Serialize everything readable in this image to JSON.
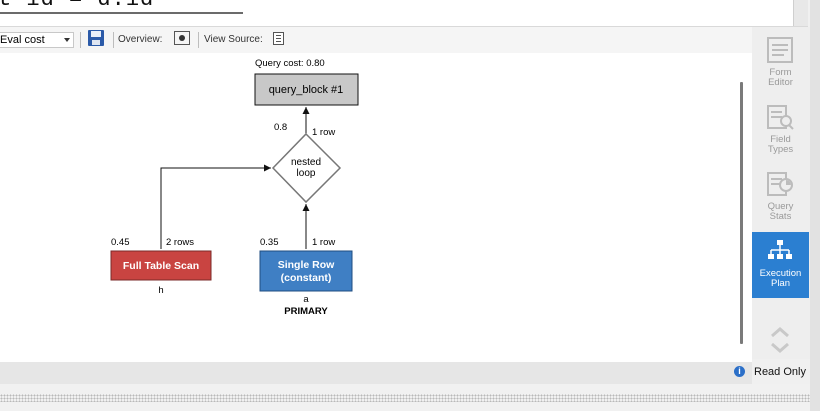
{
  "editor": {
    "sql_fragment": "t id = d.id"
  },
  "toolbar": {
    "view_mode_value": "Eval cost",
    "overview_label": "Overview:",
    "view_source_label": "View Source:"
  },
  "plan": {
    "query_cost_label": "Query cost: 0.80",
    "query_block_label": "query_block #1",
    "nested_loop_line1": "nested",
    "nested_loop_line2": "loop",
    "nested_cost": "0.8",
    "nested_rows": "1 row",
    "full_scan": {
      "label": "Full Table Scan",
      "cost": "0.45",
      "rows": "2 rows",
      "table": "h"
    },
    "single_row": {
      "line1": "Single Row",
      "line2": "(constant)",
      "cost": "0.35",
      "rows": "1 row",
      "table": "a",
      "key": "PRIMARY"
    }
  },
  "sidebar": {
    "items": [
      {
        "line1": "Form",
        "line2": "Editor",
        "icon": "form-editor-icon",
        "active": false
      },
      {
        "line1": "Field",
        "line2": "Types",
        "icon": "field-types-icon",
        "active": false
      },
      {
        "line1": "Query",
        "line2": "Stats",
        "icon": "query-stats-icon",
        "active": false
      },
      {
        "line1": "Execution",
        "line2": "Plan",
        "icon": "execution-plan-icon",
        "active": true
      }
    ]
  },
  "status": {
    "read_only_label": "Read Only"
  },
  "colors": {
    "full_scan": "#c94441",
    "single_row": "#3f7fc4",
    "active_tab": "#2b7fd1",
    "query_block": "#c8c8c8"
  }
}
